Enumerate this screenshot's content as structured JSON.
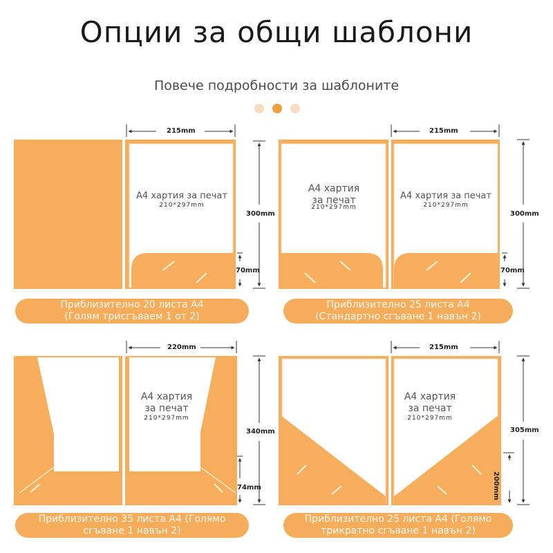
{
  "header": {
    "title": "Опции за общи шаблони",
    "subtitle": "Повече подробности за шаблоните"
  },
  "colors": {
    "folder": "#f7ae5c",
    "folder_dark": "#ee9d45",
    "caption_bg": "#f5ad5b",
    "dot_active": "#f0a040",
    "dot_inactive": "#f7dcc4"
  },
  "templates": [
    {
      "caption_line1": "Приблизително 20 листа А4",
      "caption_line2": "(Голям трисгъваем 1 от 2)",
      "width_label": "215mm",
      "height_label": "300mm",
      "pocket_label": "70mm",
      "paper_label": "А4 хартия за печат",
      "paper_size": "210*297mm"
    },
    {
      "caption_line1": "Приблизително 25 листа А4",
      "caption_line2": "(Стандартно сгъване 1 навън 2)",
      "width_label": "215mm",
      "height_label": "300mm",
      "pocket_label": "70mm",
      "paper_label_left_1": "А4 хартия",
      "paper_label_left_2": "за печат",
      "paper_size_left": "210*297mm",
      "paper_label": "А4 хартия за печат",
      "paper_size": "210*297mm"
    },
    {
      "caption_line1": "Приблизително 35 листа А4 (Голямо",
      "caption_line2": "сгъване 1 навън 2)",
      "width_label": "220mm",
      "height_label": "340mm",
      "pocket_label": "74mm",
      "paper_label_1": "А4 хартия",
      "paper_label_2": "за печат",
      "paper_size": "210*297mm"
    },
    {
      "caption_line1": "Приблизително 25 листа А4 (Голямо",
      "caption_line2": "трикратно сгъване 1 навън 2)",
      "width_label": "215mm",
      "height_label": "305mm",
      "pocket_label": "200mm",
      "paper_label_1": "А4 хартия",
      "paper_label_2": "за печат",
      "paper_size": "210*297mm"
    }
  ]
}
